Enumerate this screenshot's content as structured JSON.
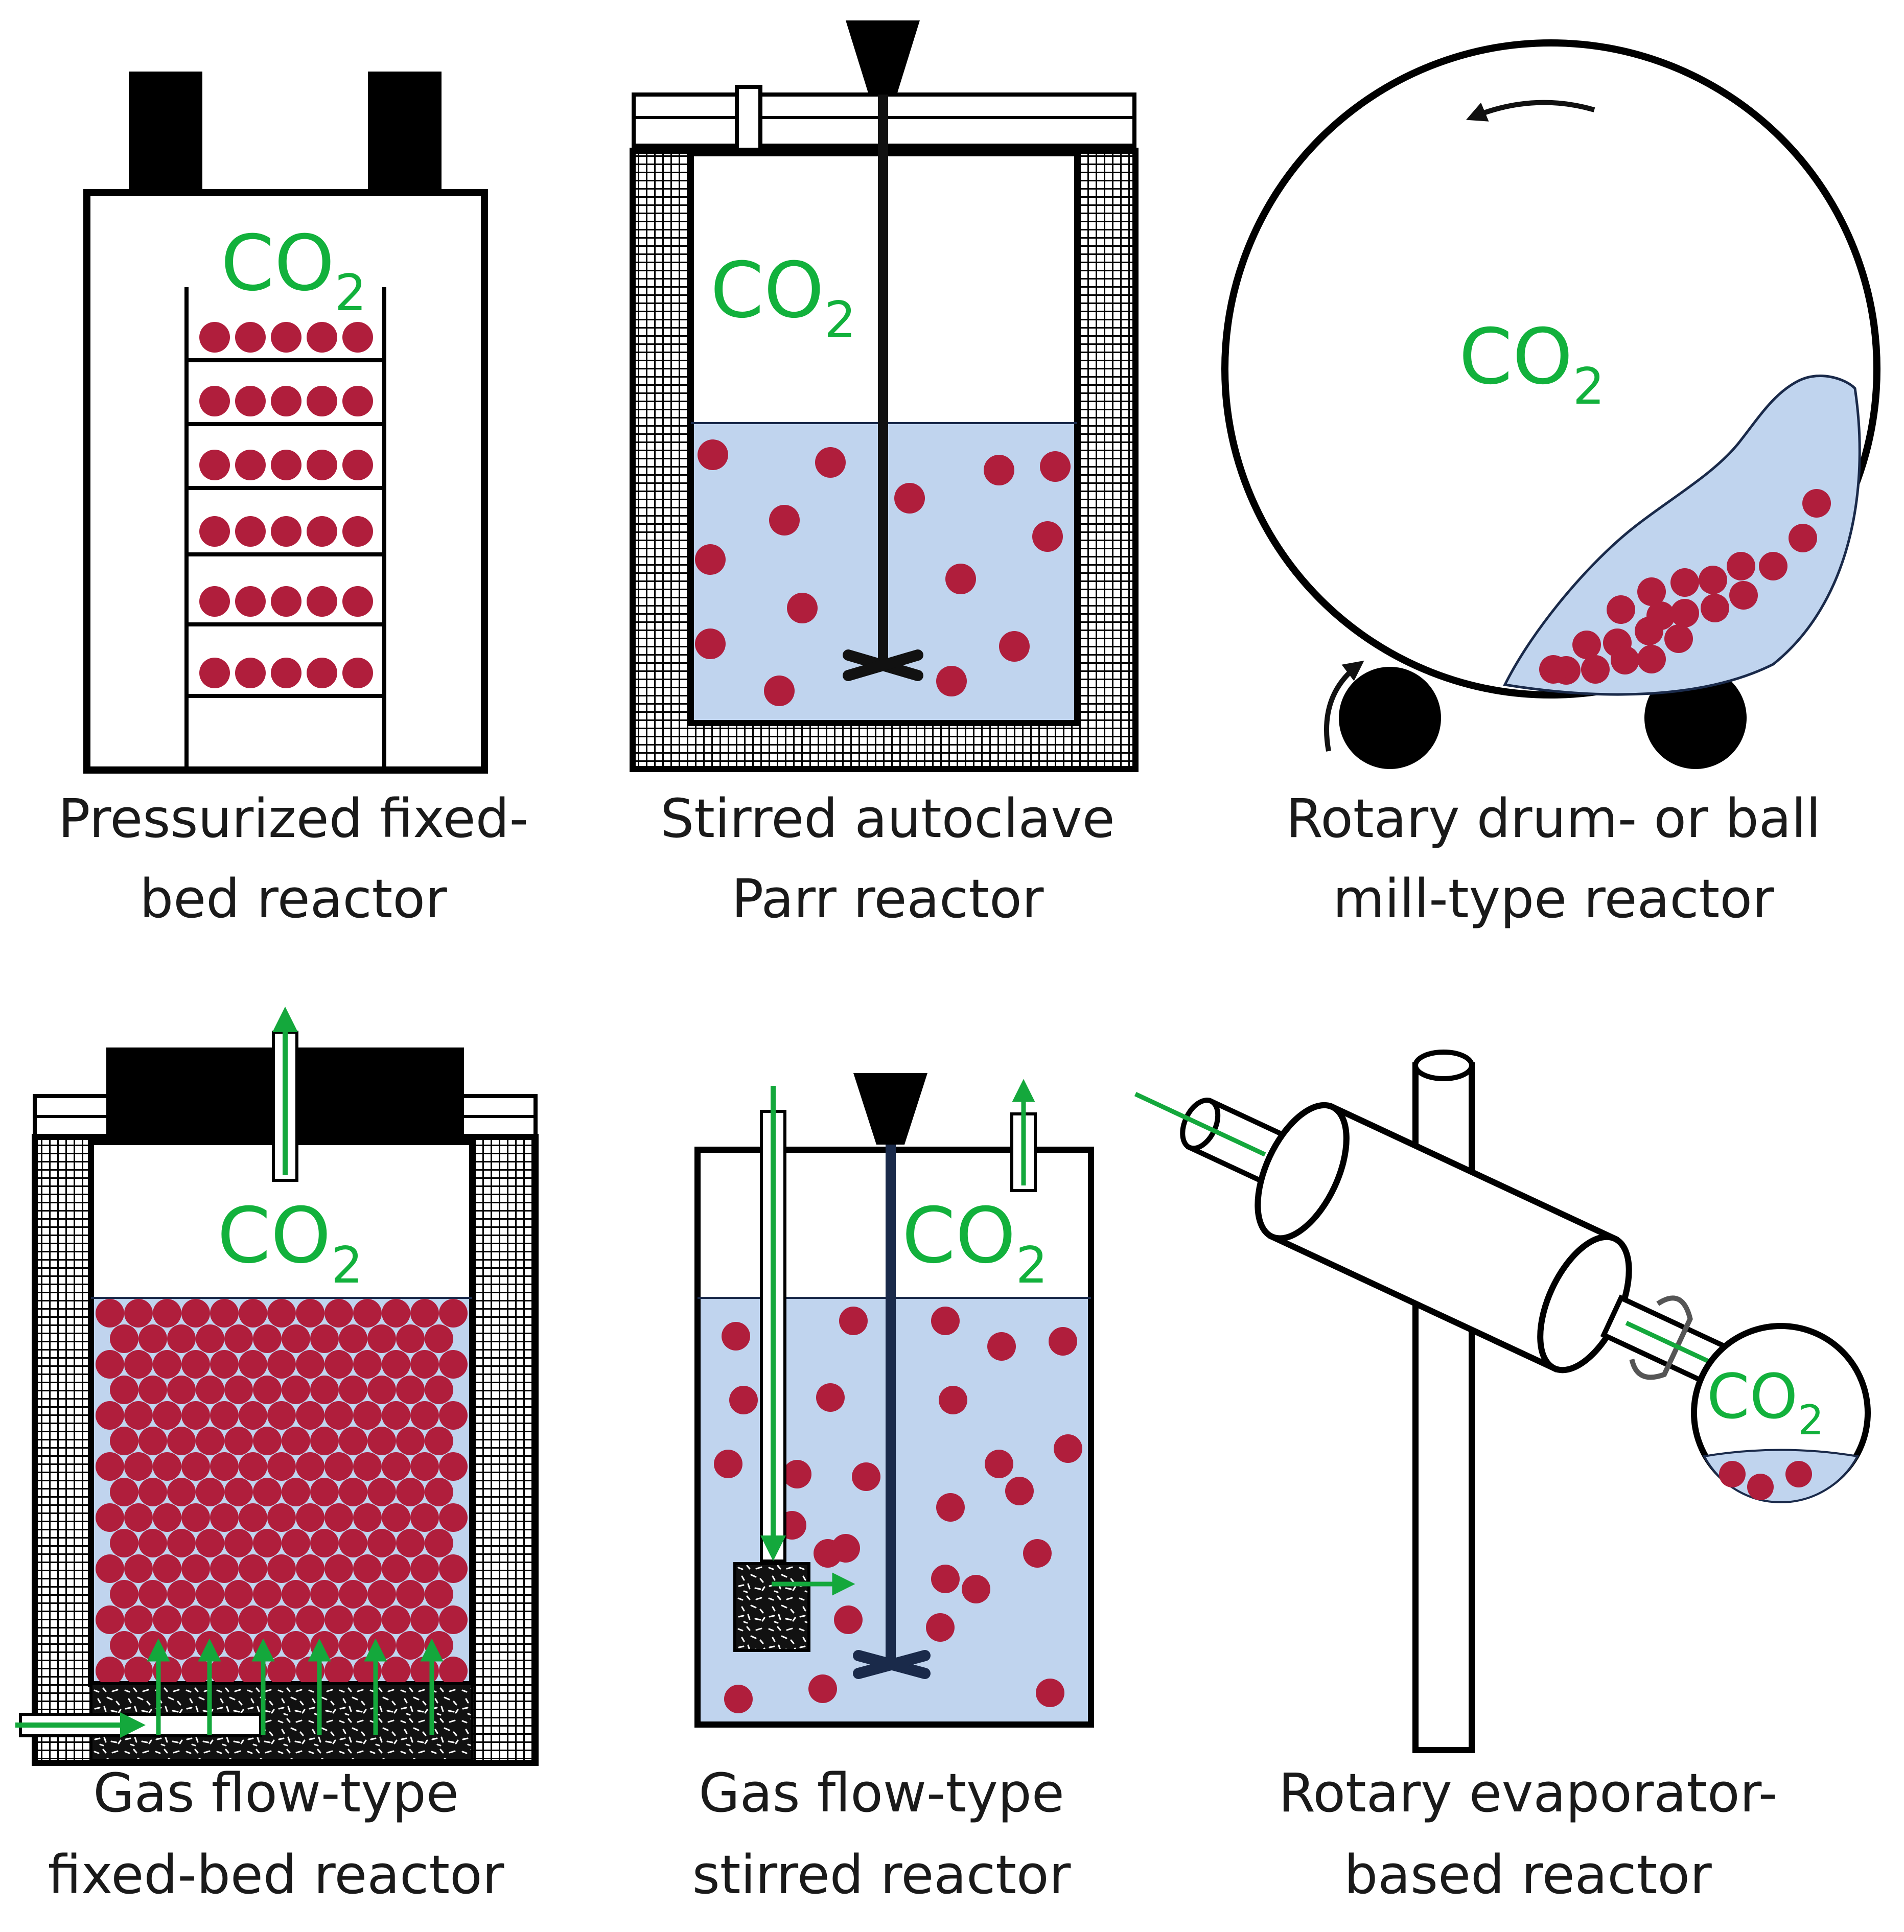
{
  "colors": {
    "outline": "#000000",
    "liquid": "#c0d4ee",
    "particle": "#b01e3c",
    "gas_arrow": "#14a83c",
    "co2_text": "#12b13c",
    "caption_text": "#1a1a1a"
  },
  "gas_label": {
    "main": "CO",
    "subscript": "2"
  },
  "panels": [
    {
      "id": "pressurized-fixed-bed",
      "caption": [
        "Pressurized fixed-",
        "bed reactor"
      ]
    },
    {
      "id": "stirred-autoclave",
      "caption": [
        "Stirred autoclave",
        "Parr reactor"
      ]
    },
    {
      "id": "rotary-drum",
      "caption": [
        "Rotary drum- or ball",
        "mill-type reactor"
      ]
    },
    {
      "id": "gas-flow-fixed-bed",
      "caption": [
        "Gas flow-type",
        "fixed-bed reactor"
      ]
    },
    {
      "id": "gas-flow-stirred",
      "caption": [
        "Gas flow-type",
        "stirred reactor"
      ]
    },
    {
      "id": "rotary-evaporator",
      "caption": [
        "Rotary evaporator-",
        "based reactor"
      ]
    }
  ]
}
